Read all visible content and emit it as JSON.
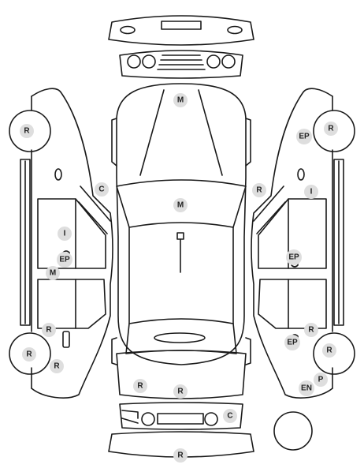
{
  "colors": {
    "stroke": "#1a1a1a",
    "badge_fill": "#dedede",
    "badge_text": "#222222"
  },
  "badges": [
    {
      "id": "hood-m",
      "label": "M"
    },
    {
      "id": "roof-m",
      "label": "M"
    },
    {
      "id": "left-mirror-c",
      "label": "C"
    },
    {
      "id": "right-mirror-r",
      "label": "R"
    },
    {
      "id": "left-front-wheel-r",
      "label": "R"
    },
    {
      "id": "left-door-i",
      "label": "I"
    },
    {
      "id": "left-door-ep",
      "label": "EP"
    },
    {
      "id": "left-sill-m",
      "label": "M"
    },
    {
      "id": "left-rear-r1",
      "label": "R"
    },
    {
      "id": "left-rear-wheel-r",
      "label": "R"
    },
    {
      "id": "left-rear-r2",
      "label": "R"
    },
    {
      "id": "right-front-wheel-r",
      "label": "R"
    },
    {
      "id": "right-front-ep",
      "label": "EP"
    },
    {
      "id": "right-door-i",
      "label": "I"
    },
    {
      "id": "right-door-ep",
      "label": "EP"
    },
    {
      "id": "right-rear-r",
      "label": "R"
    },
    {
      "id": "right-rear-ep",
      "label": "EP"
    },
    {
      "id": "right-rear-wheel-r",
      "label": "R"
    },
    {
      "id": "right-rear-p",
      "label": "P"
    },
    {
      "id": "right-rear-en",
      "label": "EN"
    },
    {
      "id": "trunk-r1",
      "label": "R"
    },
    {
      "id": "trunk-r2",
      "label": "R"
    },
    {
      "id": "rear-bumper-c",
      "label": "C"
    },
    {
      "id": "rear-bumper-r",
      "label": "R"
    }
  ]
}
